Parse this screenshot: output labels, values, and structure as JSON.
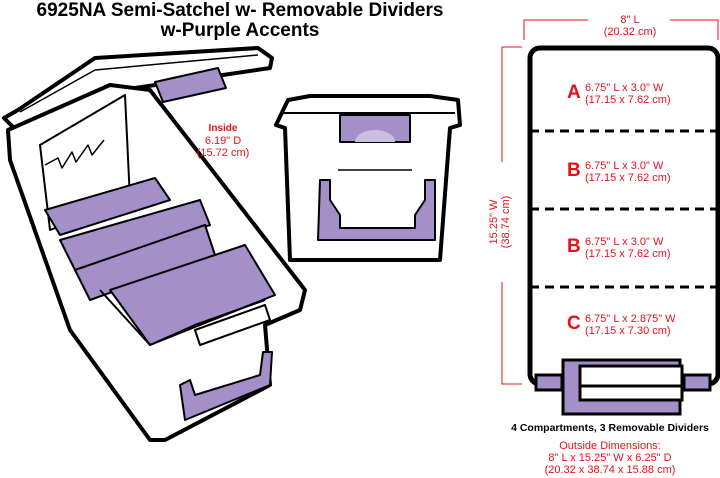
{
  "title": {
    "line1": "6925NA Semi-Satchel w- Removable Dividers",
    "line2": "w-Purple Accents"
  },
  "colors": {
    "accent_purple": "#a58fc8",
    "accent_purple_dark": "#7d68a8",
    "label_red": "#e8101a",
    "outline": "#000000"
  },
  "inside_depth": {
    "label": "Inside",
    "imperial": "6.19\" D",
    "metric": "(15.72 cm)"
  },
  "top_view": {
    "length_imperial": "8\" L",
    "length_metric": "(20.32 cm)",
    "width_imperial": "15.25\" W",
    "width_metric": "(38.74 cm)",
    "compartments": [
      {
        "letter": "A",
        "imperial": "6.75\" L x 3.0\" W",
        "metric": "(17.15 x 7.62 cm)"
      },
      {
        "letter": "B",
        "imperial": "6.75\" L x 3.0\" W",
        "metric": "(17.15 x 7.62 cm)"
      },
      {
        "letter": "B",
        "imperial": "6.75\" L x 3.0\" W",
        "metric": "(17.15 x 7.62 cm)"
      },
      {
        "letter": "C",
        "imperial": "6.75\" L x 2.875\" W",
        "metric": "(17.15 x 7.30 cm)"
      }
    ]
  },
  "footer": {
    "summary": "4 Compartments, 3 Removable Dividers",
    "outside_label": "Outside Dimensions:",
    "outside_imperial": "8\" L x 15.25\" W x 6.25\" D",
    "outside_metric": "(20.32 x 38.74 x 15.88 cm)"
  },
  "icons": {
    "open_box": "satchel-open-illustration",
    "front_view": "satchel-front-illustration",
    "top_view": "satchel-top-diagram"
  }
}
